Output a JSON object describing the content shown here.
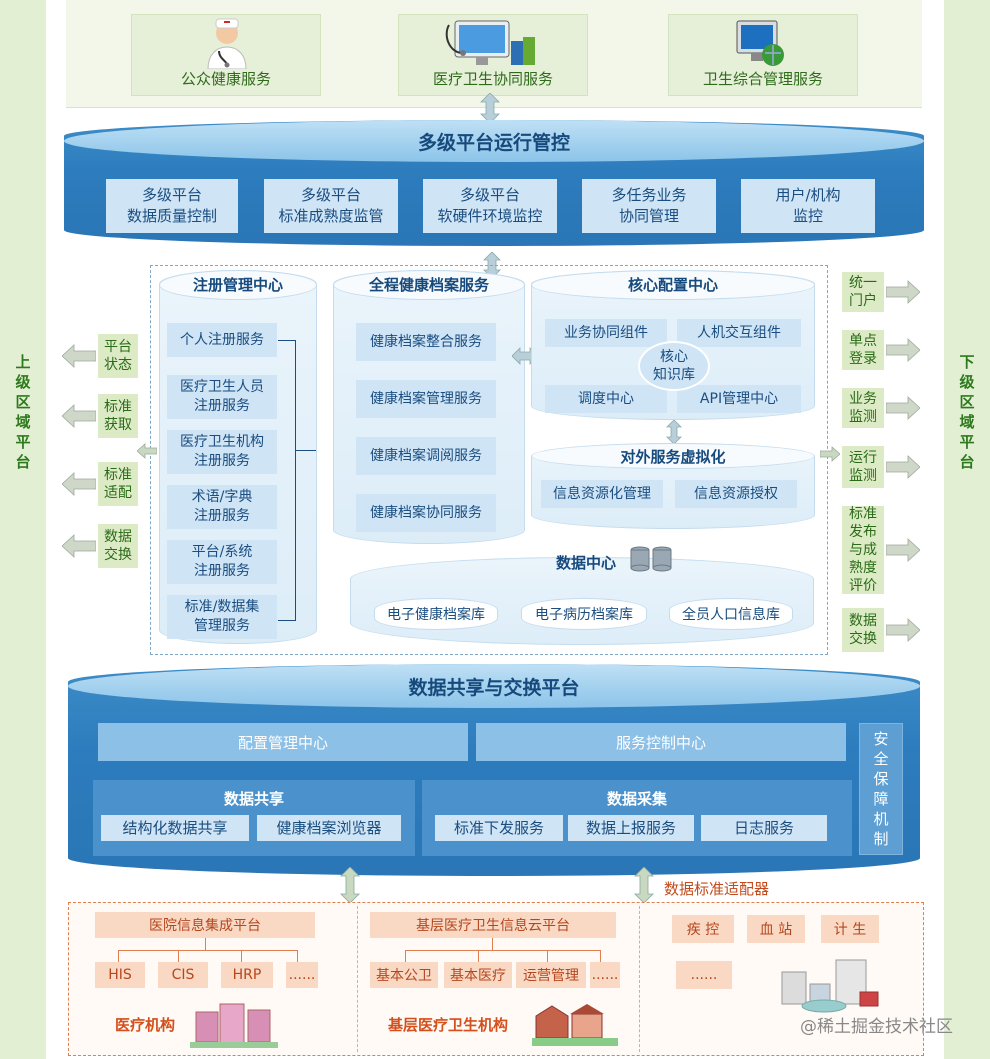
{
  "top_services": [
    {
      "label": "公众健康服务"
    },
    {
      "label": "医疗卫生协同服务"
    },
    {
      "label": "卫生综合管理服务"
    }
  ],
  "left_vertical": "上级区域平台",
  "right_vertical": "下级区域平台",
  "ops": {
    "title": "多级平台运行管控",
    "items": [
      {
        "l1": "多级平台",
        "l2": "数据质量控制"
      },
      {
        "l1": "多级平台",
        "l2": "标准成熟度监管"
      },
      {
        "l1": "多级平台",
        "l2": "软硬件环境监控"
      },
      {
        "l1": "多任务业务",
        "l2": "协同管理"
      },
      {
        "l1": "用户/机构",
        "l2": "监控"
      }
    ]
  },
  "reg": {
    "title": "注册管理中心",
    "items": [
      {
        "l1": "个人注册服务",
        "l2": ""
      },
      {
        "l1": "医疗卫生人员",
        "l2": "注册服务"
      },
      {
        "l1": "医疗卫生机构",
        "l2": "注册服务"
      },
      {
        "l1": "术语/字典",
        "l2": "注册服务"
      },
      {
        "l1": "平台/系统",
        "l2": "注册服务"
      },
      {
        "l1": "标准/数据集",
        "l2": "管理服务"
      }
    ]
  },
  "archive": {
    "title": "全程健康档案服务",
    "items": [
      "健康档案整合服务",
      "健康档案管理服务",
      "健康档案调阅服务",
      "健康档案协同服务"
    ]
  },
  "core": {
    "title": "核心配置中心",
    "items": [
      "业务协同组件",
      "人机交互组件",
      "调度中心",
      "API管理中心"
    ],
    "center_l1": "核心",
    "center_l2": "知识库"
  },
  "virt": {
    "title": "对外服务虚拟化",
    "items": [
      "信息资源化管理",
      "信息资源授权"
    ]
  },
  "dc": {
    "title": "数据中心",
    "items": [
      "电子健康档案库",
      "电子病历档案库",
      "全员人口信息库"
    ]
  },
  "left_items": [
    {
      "l1": "平台",
      "l2": "状态"
    },
    {
      "l1": "标准",
      "l2": "获取"
    },
    {
      "l1": "标准",
      "l2": "适配"
    },
    {
      "l1": "数据",
      "l2": "交换"
    }
  ],
  "right_items": [
    {
      "text": "统一门户"
    },
    {
      "text": "单点登录"
    },
    {
      "text": "业务监测"
    },
    {
      "text": "运行监测"
    },
    {
      "text": "标准发布与成熟度评价"
    },
    {
      "text": "数据交换"
    }
  ],
  "exchange": {
    "title": "数据共享与交换平台",
    "config": "配置管理中心",
    "control": "服务控制中心",
    "security": "安全保障机制",
    "share": {
      "title": "数据共享",
      "items": [
        "结构化数据共享",
        "健康档案浏览器"
      ]
    },
    "collect": {
      "title": "数据采集",
      "items": [
        "标准下发服务",
        "数据上报服务",
        "日志服务"
      ]
    }
  },
  "adapter": "数据标准适配器",
  "hospital": {
    "platform": "医院信息集成平台",
    "items": [
      "HIS",
      "CIS",
      "HRP",
      "......"
    ],
    "label": "医疗机构"
  },
  "primary": {
    "platform": "基层医疗卫生信息云平台",
    "items": [
      "基本公卫",
      "基本医疗",
      "运营管理",
      "......"
    ],
    "label": "基层医疗卫生机构"
  },
  "other": {
    "items": [
      "疾 控",
      "血 站",
      "计 生",
      "......"
    ]
  },
  "watermark": "@稀土掘金技术社区"
}
